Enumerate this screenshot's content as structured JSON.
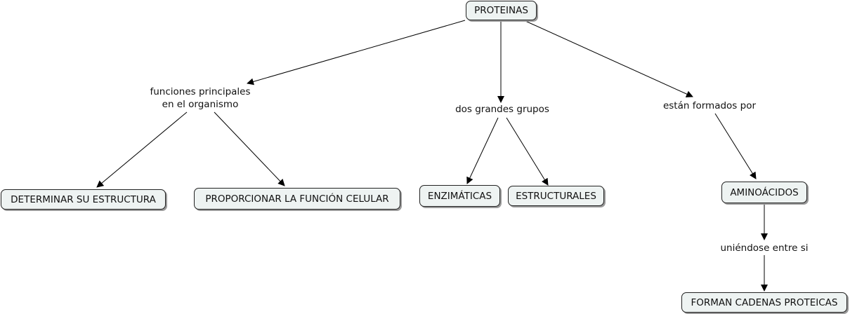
{
  "concepts": {
    "proteinas": "PROTEINAS",
    "determinar": "DETERMINAR SU ESTRUCTURA",
    "proporcionar": "PROPORCIONAR LA FUNCIÓN CELULAR",
    "enzimaticas": "ENZIMÁTICAS",
    "estructurales": "ESTRUCTURALES",
    "aminoacidos": "AMINOÁCIDOS",
    "cadenas": "FORMAN CADENAS PROTEICAS"
  },
  "linking_phrases": {
    "funciones_line1": "funciones principales",
    "funciones_line2": "en el organismo",
    "dos_grandes": "dos grandes grupos",
    "formados": "están formados por",
    "uniendose": "uniéndose entre si"
  },
  "colors": {
    "concept_fill": "#eef3f2",
    "concept_border": "#222222",
    "arrow": "#000000"
  }
}
